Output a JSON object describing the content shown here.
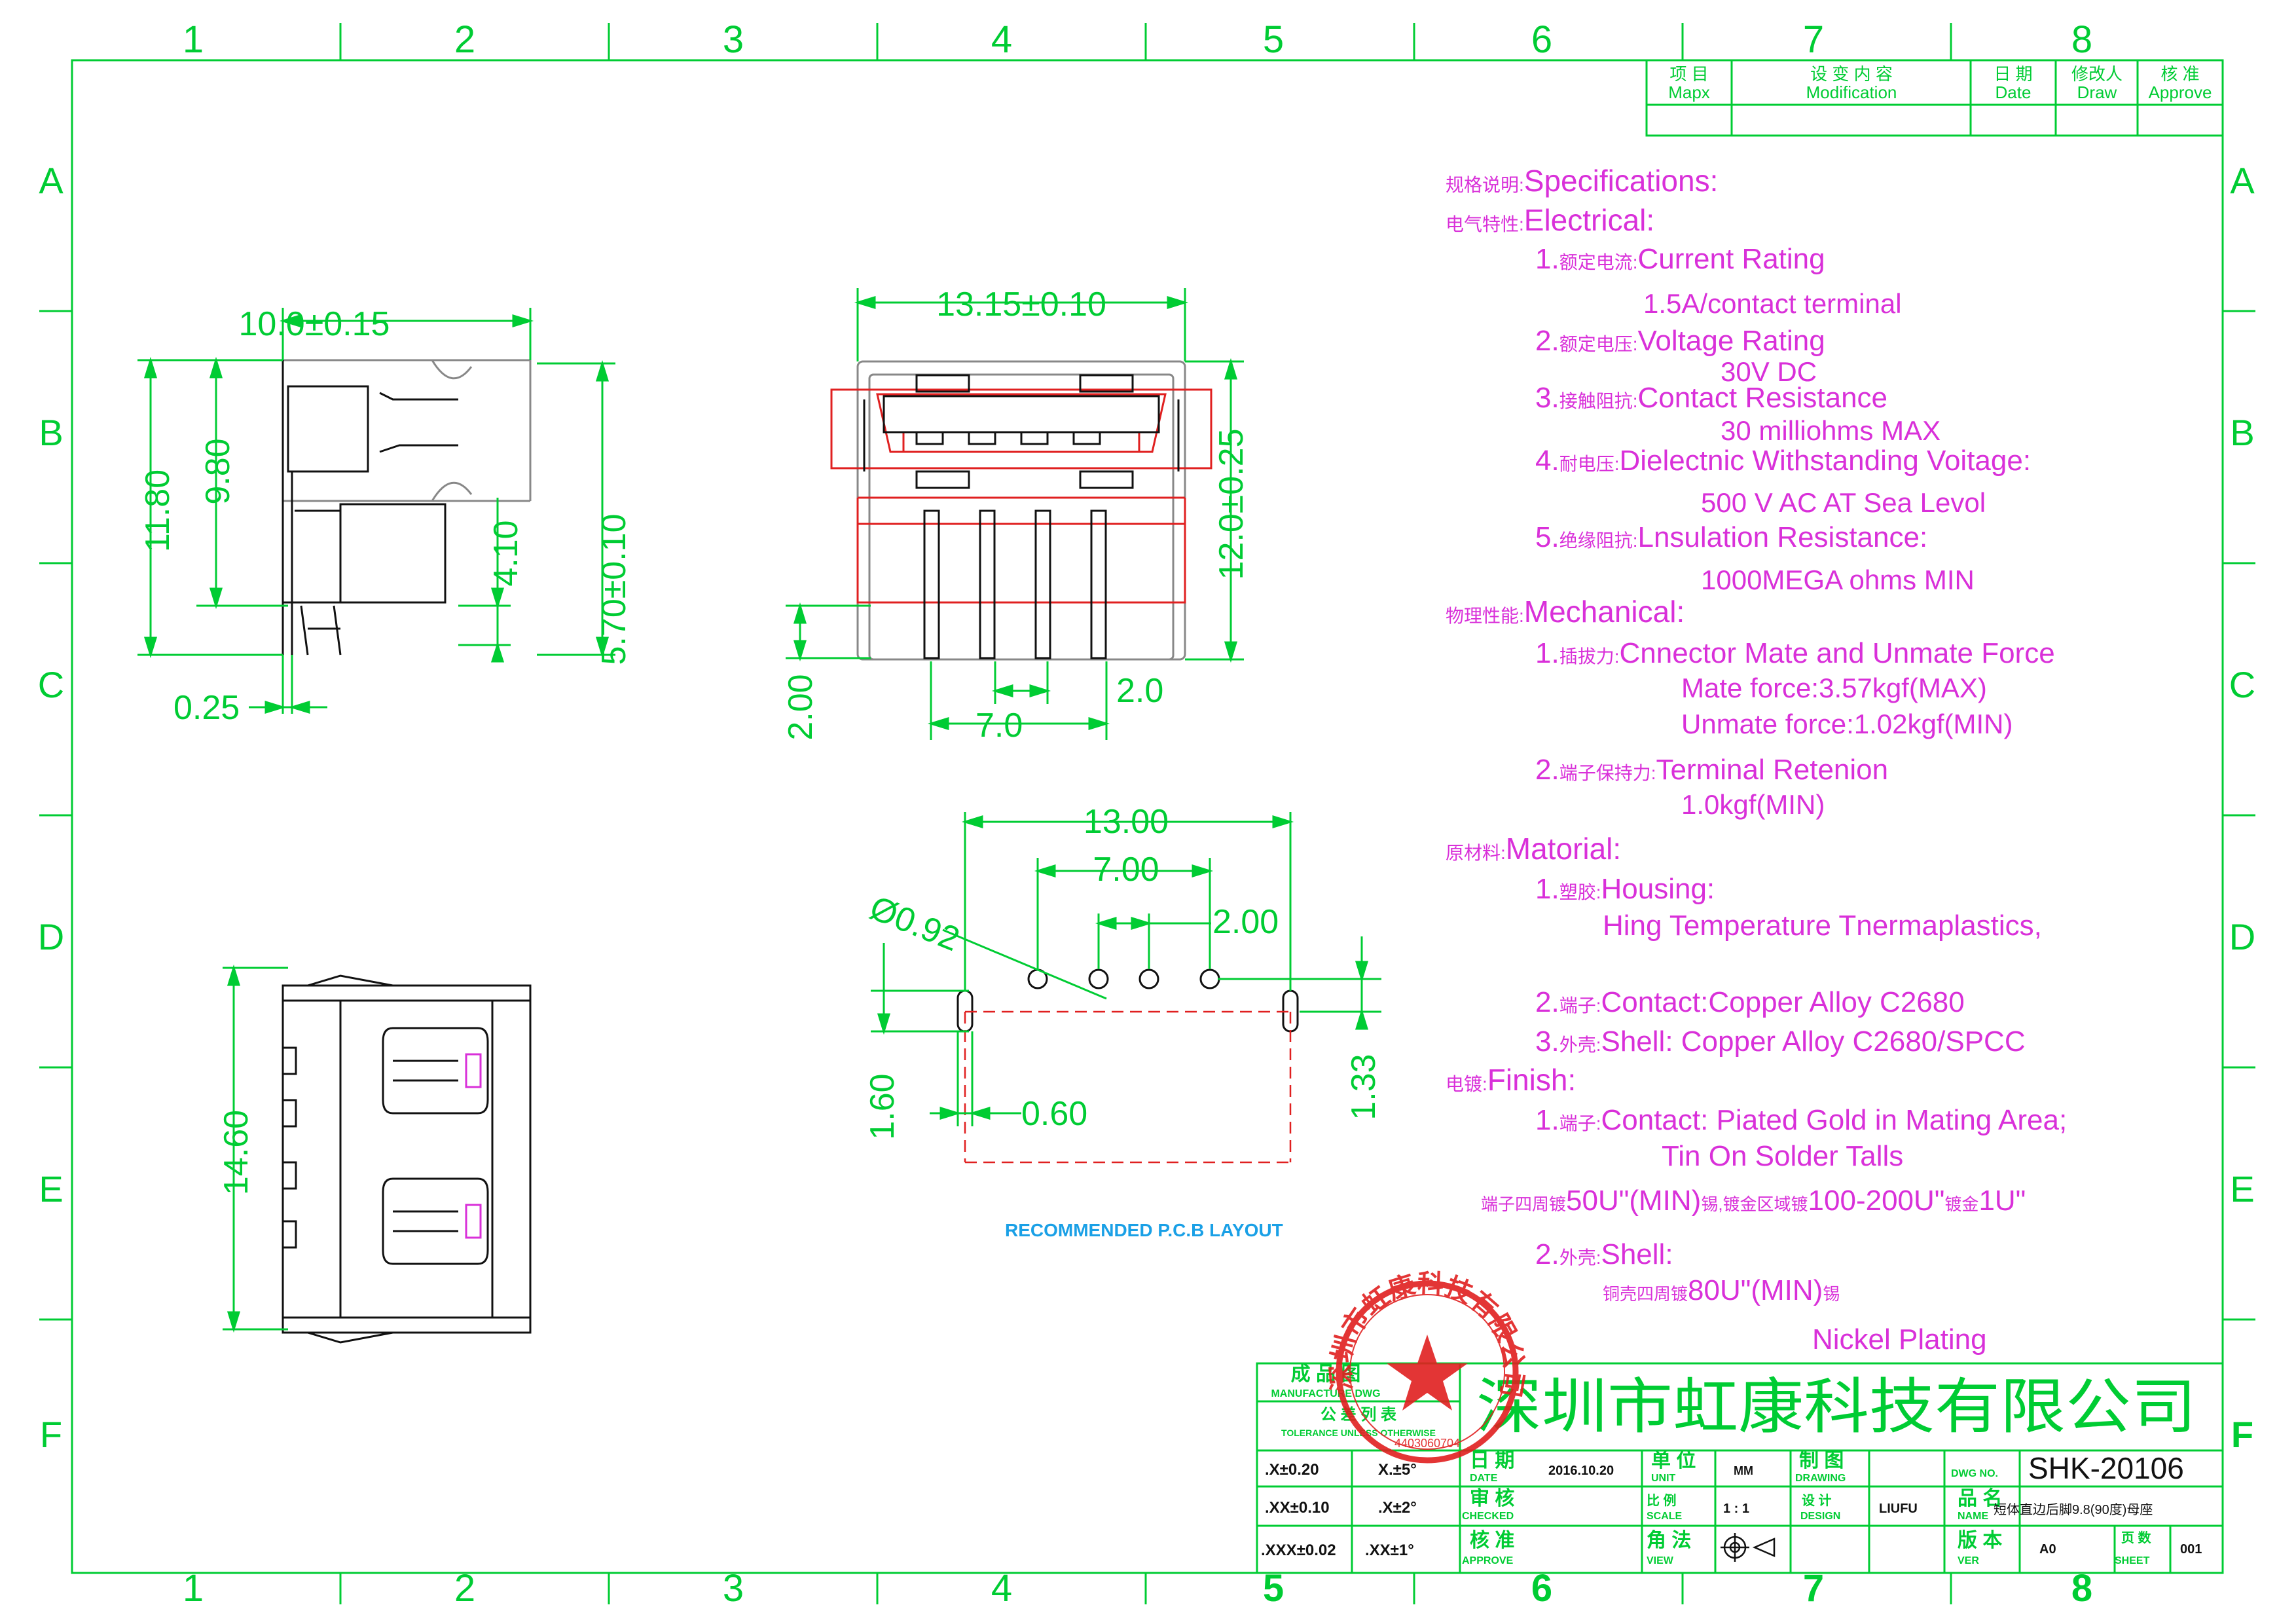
{
  "grid": {
    "columns": [
      "1",
      "2",
      "3",
      "4",
      "5",
      "6",
      "7",
      "8"
    ],
    "rows": [
      "A",
      "B",
      "C",
      "D",
      "E",
      "F"
    ]
  },
  "revision_table": {
    "headers": [
      {
        "cn": "项 目",
        "en": "Mapx"
      },
      {
        "cn": "设 变 内 容",
        "en": "Modification"
      },
      {
        "cn": "日 期",
        "en": "Date"
      },
      {
        "cn": "修改人",
        "en": "Draw"
      },
      {
        "cn": "核 准",
        "en": "Approve"
      }
    ]
  },
  "dimensions": {
    "side": {
      "width": "10.0±0.15",
      "h1": "11.80",
      "h2": "9.80",
      "h3": "4.10",
      "h4": "5.70±0.10",
      "t": "0.25"
    },
    "front": {
      "width": "13.15±0.10",
      "height": "12.0±0.25",
      "pitch": "2.0",
      "span": "7.0",
      "pin": "2.00"
    },
    "pcb": {
      "w": "13.00",
      "span": "7.00",
      "pitch": "2.00",
      "hole": "Ø0.92",
      "slot": "0.60",
      "h1": "1.60",
      "h2": "1.33",
      "label": "RECOMMENDED  P.C.B LAYOUT"
    },
    "top": {
      "h": "14.60"
    }
  },
  "specs": {
    "title": {
      "cn": "规格说明:",
      "en": "Specifications:"
    },
    "electrical": {
      "cn": "电气特性:",
      "en": "Electrical:"
    },
    "items": [
      {
        "n": "1.",
        "cn": "额定电流:",
        "en": "Current  Rating",
        "value": "1.5A/contact  terminal"
      },
      {
        "n": "2.",
        "cn": "额定电压:",
        "en": "Voltage  Rating",
        "value": "30V  DC"
      },
      {
        "n": "3.",
        "cn": "接触阻抗:",
        "en": "Contact  Resistance",
        "value": "30  milliohms  MAX"
      },
      {
        "n": "4.",
        "cn": "耐电压:",
        "en": "Dielectnic  Withstanding  Voitage:",
        "value": "500  V  AC  AT  Sea  Levol"
      },
      {
        "n": "5.",
        "cn": "绝缘阻抗:",
        "en": "Lnsulation  Resistance:",
        "value": "1000MEGA  ohms  MIN"
      }
    ],
    "mechanical": {
      "cn": "物理性能:",
      "en": "Mechanical:"
    },
    "mech_items": [
      {
        "n": "1.",
        "cn": "插拔力:",
        "en": "Cnnector  Mate  and  Unmate  Force",
        "v1": "Mate  force:3.57kgf(MAX)",
        "v2": "Unmate  force:1.02kgf(MIN)"
      },
      {
        "n": "2.",
        "cn": "端子保持力:",
        "en": "Terminal  Retenion",
        "v1": "1.0kgf(MIN)"
      }
    ],
    "material": {
      "cn": "原材料:",
      "en": "Matorial:"
    },
    "mat_items": [
      {
        "n": "1.",
        "cn": "塑胶:",
        "en": "Housing:",
        "v1": "Hing  Temperature   Tnermaplastics,"
      },
      {
        "n": "2.",
        "cn": "端子:",
        "en": "Contact:Copper  Alloy  C2680"
      },
      {
        "n": "3.",
        "cn": "外壳:",
        "en": "Shell:  Copper  Alloy  C2680/SPCC"
      }
    ],
    "finish": {
      "cn": "电镀:",
      "en": "Finish:"
    },
    "fin_items": [
      {
        "n": "1.",
        "cn": "端子:",
        "en": "Contact:  Piated  Gold  in  Mating  Area;",
        "v1": "Tin  On  Solder  Talls",
        "v2a": "端子四周镀",
        "v2b": "50U\"(MIN)",
        "v2c": "锡,镀金区域镀",
        "v2d": "100-200U\"",
        "v2e": "镀金",
        "v2f": "1U\""
      },
      {
        "n": "2.",
        "cn": "外壳:",
        "en": "Shell:",
        "v1a": "铜壳四周镀",
        "v1b": "80U\"(MIN)",
        "v1c": "锡",
        "v2": "Nickel  Plating"
      }
    ]
  },
  "title_block": {
    "company": "深圳市虹康科技有限公司",
    "mfg": {
      "cn": "成 品 图",
      "en": "MANUFACTURE DWG"
    },
    "tol": {
      "cn": "公 差  列 表",
      "en": "TOLERANCE UNLESS OTHERWISE"
    },
    "tolerances": [
      {
        "a": ".X±0.20",
        "b": "X.±5°"
      },
      {
        "a": ".XX±0.10",
        "b": ".X±2°"
      },
      {
        "a": ".XXX±0.02",
        "b": ".XX±1°"
      }
    ],
    "date": {
      "cn": "日 期",
      "en": "DATE",
      "value": "2016.10.20"
    },
    "unit": {
      "cn": "单 位",
      "en": "UNIT",
      "value": "MM"
    },
    "drawing": {
      "cn": "制 图",
      "en": "DRAWING"
    },
    "dwg_no": {
      "en": "DWG NO.",
      "value": "SHK-20106"
    },
    "checked": {
      "cn": "审 核",
      "en": "CHECKED"
    },
    "scale": {
      "cn": "比 例",
      "en": "SCALE",
      "value": "1 : 1"
    },
    "design": {
      "cn": "设 计",
      "en": "DESIGN",
      "value": "LIUFU"
    },
    "name": {
      "cn": "品 名",
      "en": "NAME",
      "value": "短体直边后脚9.8(90度)母座"
    },
    "approve": {
      "cn": "核 准",
      "en": "APPROVE"
    },
    "view": {
      "cn": "角 法",
      "en": "VIEW"
    },
    "ver": {
      "cn": "版 本",
      "en": "VER",
      "value": "A0"
    },
    "sheet": {
      "cn": "页 数",
      "en": "SHEET",
      "value": "001"
    }
  },
  "stamp": {
    "text": "深圳市虹康科技有限公司",
    "code": "4403060704"
  }
}
